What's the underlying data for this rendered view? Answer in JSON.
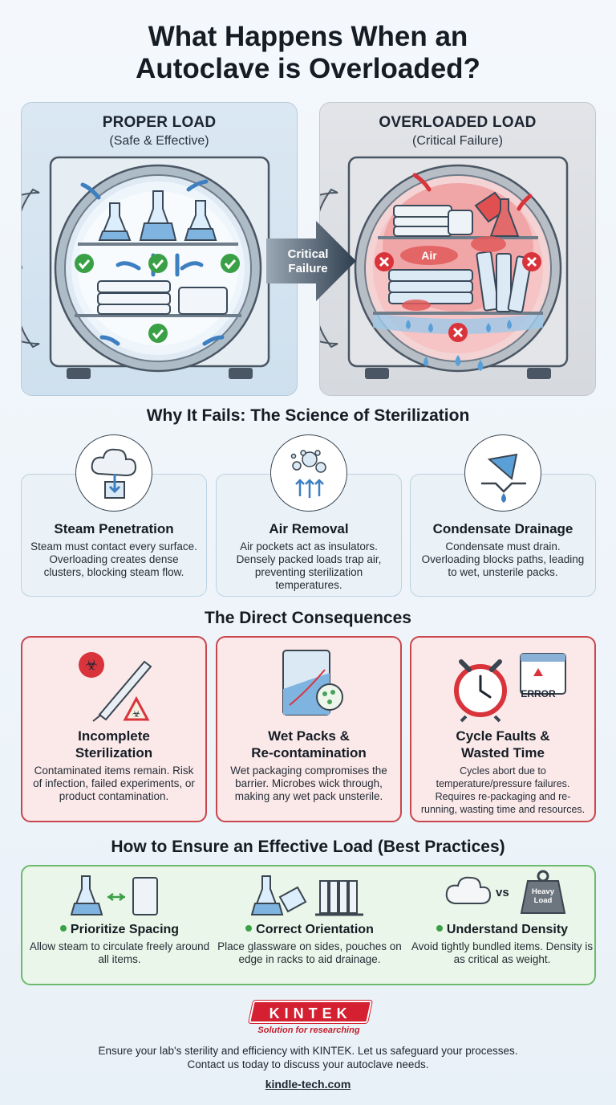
{
  "title": {
    "line1": "What Happens When an",
    "line2": "Autoclave is Overloaded?"
  },
  "comparison": {
    "proper": {
      "title": "PROPER LOAD",
      "subtitle": "(Safe & Effective)"
    },
    "overloaded": {
      "title": "OVERLOADED LOAD",
      "subtitle": "(Critical Failure)",
      "air_label": "Air"
    },
    "arrow_label_line1": "Critical",
    "arrow_label_line2": "Failure"
  },
  "science": {
    "heading": "Why It Fails: The Science of Sterilization",
    "cards": [
      {
        "title": "Steam Penetration",
        "body": "Steam must contact every surface. Overloading creates dense clusters, blocking steam flow.",
        "icon": "steam-cloud-icon"
      },
      {
        "title": "Air Removal",
        "body": "Air pockets act as insulators. Densely packed loads trap air, preventing sterilization temperatures.",
        "icon": "air-bubbles-icon"
      },
      {
        "title": "Condensate Drainage",
        "body": "Condensate must drain. Overloading blocks paths, leading to wet, unsterile packs.",
        "icon": "water-drop-icon"
      }
    ]
  },
  "consequences": {
    "heading": "The Direct Consequences",
    "cards": [
      {
        "title_line1": "Incomplete",
        "title_line2": "Sterilization",
        "body": "Contaminated items remain. Risk of infection, failed experiments, or product contamination.",
        "icon": "biohazard-icon"
      },
      {
        "title_line1": "Wet Packs &",
        "title_line2": "Re-contamination",
        "body": "Wet packaging compromises the barrier. Microbes wick through, making any wet pack unsterile.",
        "icon": "wet-pack-icon"
      },
      {
        "title_line1": "Cycle Faults &",
        "title_line2": "Wasted Time",
        "body": "Cycles abort due to temperature/pressure failures. Requires re-packaging and re-running, wasting time and resources.",
        "icon": "alarm-clock-icon",
        "error_label": "ERROR"
      }
    ]
  },
  "best_practices": {
    "heading": "How to Ensure an Effective Load (Best Practices)",
    "items": [
      {
        "title": "Prioritize Spacing",
        "body": "Allow steam to circulate freely around all items."
      },
      {
        "title": "Correct Orientation",
        "body": "Place glassware on sides, pouches on edge in racks to aid drainage."
      },
      {
        "title": "Understand Density",
        "body": "Avoid tightly bundled items. Density is as critical as weight."
      }
    ],
    "vs_label": "vs",
    "weight_label_line1": "Heavy",
    "weight_label_line2": "Load"
  },
  "footer": {
    "logo": "KINTEK",
    "tagline": "Solution for researching",
    "text_line1": "Ensure your lab's sterility and efficiency with KINTEK. Let us safeguard your processes.",
    "text_line2": "Contact us today to discuss your autoclave needs.",
    "link": "kindle-tech.com"
  },
  "colors": {
    "proper_accent": "#3d7fc0",
    "failure_accent": "#d9343c",
    "success_green": "#3aa046",
    "consequence_border": "#c8464c",
    "best_practice_border": "#6cba6c"
  }
}
